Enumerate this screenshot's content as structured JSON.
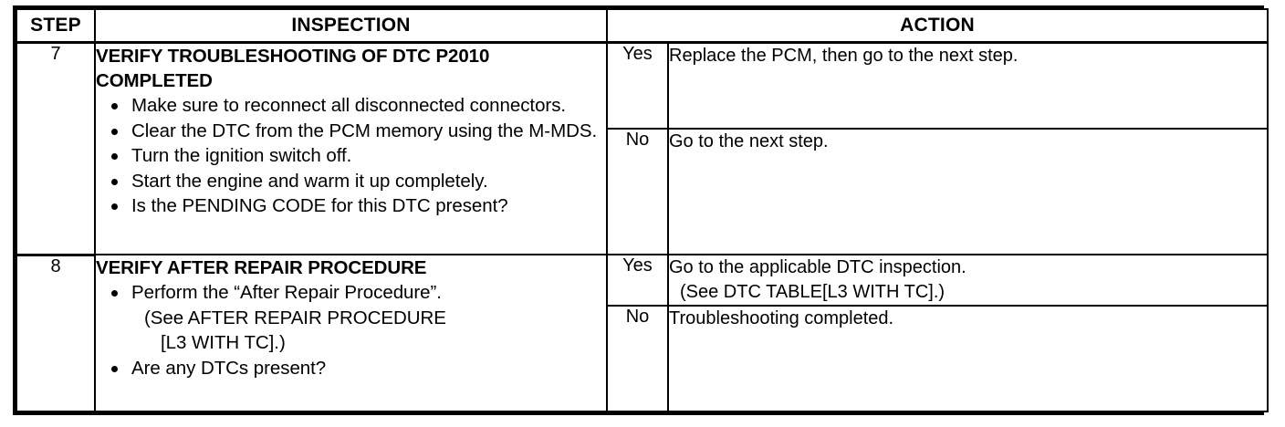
{
  "document": {
    "type": "service-manual-diagnostic-table",
    "ink_color": "#000000",
    "paper_color": "#ffffff"
  },
  "table": {
    "headers": {
      "step": "STEP",
      "inspection": "INSPECTION",
      "action": "ACTION"
    },
    "rows": [
      {
        "step": "7",
        "inspection": {
          "title_line1": "VERIFY TROUBLESHOOTING OF DTC P2010",
          "title_line2": "COMPLETED",
          "bullets": [
            "Make sure to reconnect all disconnected connectors.",
            "Clear the DTC from the PCM memory using the M-MDS.",
            "Turn the ignition switch off.",
            "Start the engine and warm it up completely.",
            "Is the PENDING CODE for this DTC present?"
          ]
        },
        "actions": [
          {
            "answer": "Yes",
            "lines": [
              "Replace the PCM, then go to the next step."
            ]
          },
          {
            "answer": "No",
            "lines": [
              "Go to the next step."
            ]
          }
        ]
      },
      {
        "step": "8",
        "inspection": {
          "title_line1": "VERIFY AFTER REPAIR PROCEDURE",
          "title_line2": "",
          "bullets": [
            "Perform the “After Repair Procedure”.",
            "Are any DTCs present?"
          ],
          "bullet1_sub_line1": "(See AFTER REPAIR PROCEDURE",
          "bullet1_sub_line2": "[L3 WITH TC].)"
        },
        "actions": [
          {
            "answer": "Yes",
            "lines": [
              "Go to the applicable DTC inspection.",
              "(See DTC TABLE[L3 WITH TC].)"
            ]
          },
          {
            "answer": "No",
            "lines": [
              "Troubleshooting completed."
            ]
          }
        ]
      }
    ]
  }
}
